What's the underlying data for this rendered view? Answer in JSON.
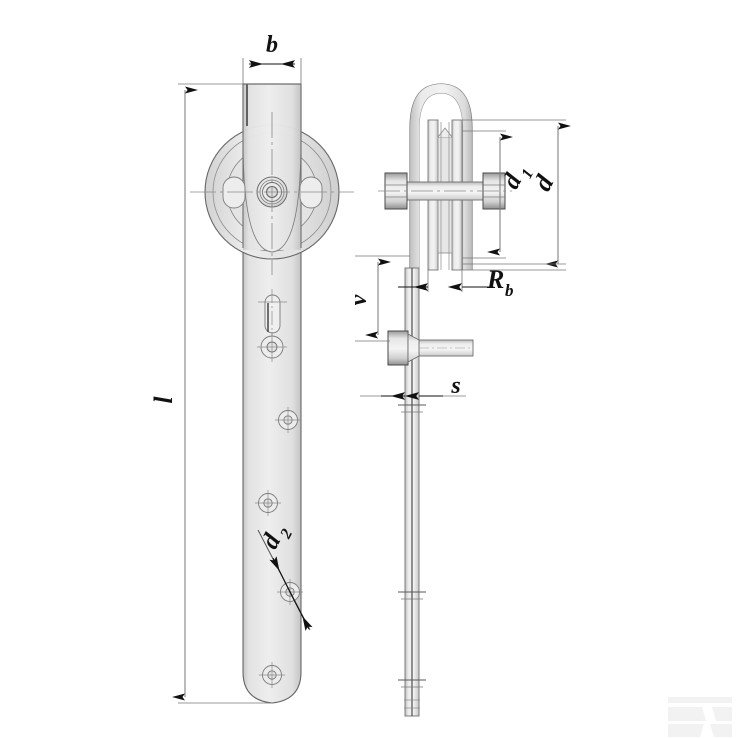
{
  "drawing": {
    "title": "Pulley block with threaded rod - dimensioned technical drawing",
    "background_color": "#ffffff",
    "line_color": "#555555",
    "dim_line_color": "#777777",
    "fill_light": "#e8e8e8",
    "fill_mid": "#dcdcdc",
    "fill_dark": "#c9c9c9",
    "text_color": "#111111"
  },
  "labels": {
    "b": "b",
    "l": "l",
    "d": "d",
    "d1_base": "d",
    "d1_sub": "1",
    "d2_base": "d",
    "d2_sub": "2",
    "Rb_base": "R",
    "Rb_sub": "b",
    "v": "v",
    "s": "s"
  },
  "views": {
    "front_view_name": "front-elevation-pulley-strap",
    "side_view_name": "side-elevation-pulley-yoke-rod"
  },
  "watermark": {
    "present": true,
    "color": "#f2f2f2"
  }
}
